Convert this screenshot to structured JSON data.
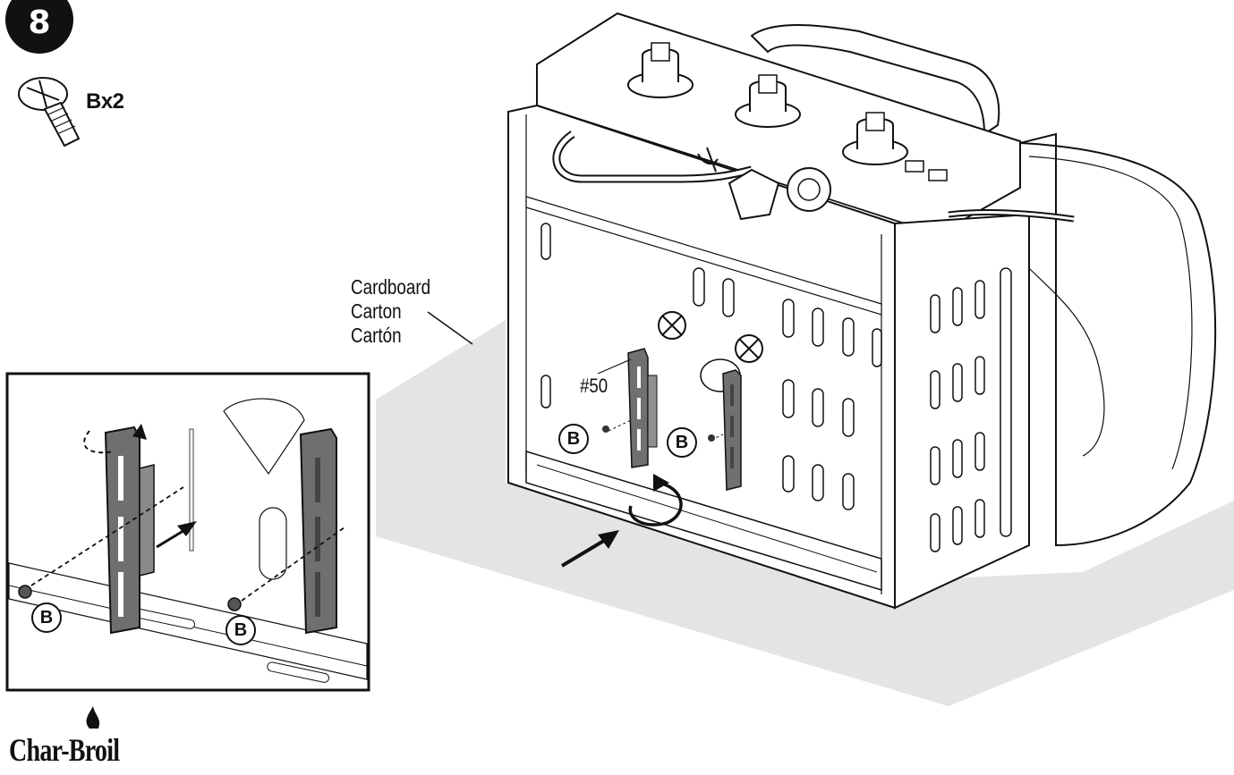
{
  "step": {
    "number": "8"
  },
  "hardware": {
    "label": "Bx2",
    "icon": "screw-icon"
  },
  "carton": {
    "lines": [
      "Cardboard",
      "Carton",
      "Cartón"
    ]
  },
  "part": {
    "label": "#50"
  },
  "callouts": {
    "bolt": "B"
  },
  "brand": {
    "name": "Char-Broil"
  },
  "colors": {
    "line": "#111111",
    "shadow": "#e2e2e2",
    "bracket": "#6f6f6f"
  }
}
